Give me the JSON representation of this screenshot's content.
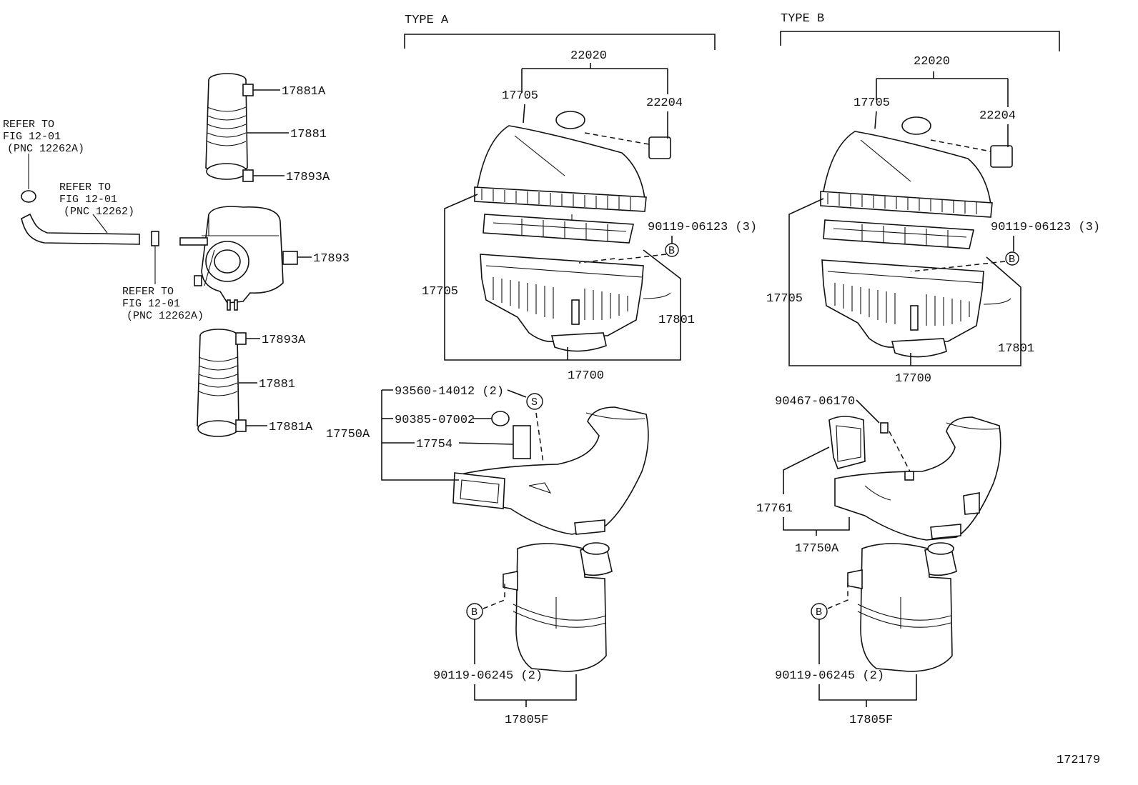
{
  "types": {
    "a": "TYPE A",
    "b": "TYPE B"
  },
  "refs": {
    "r1": [
      "REFER TO",
      "FIG 12-01",
      "(PNC 12262A)"
    ],
    "r2": [
      "REFER TO",
      "FIG 12-01",
      "(PNC 12262)"
    ],
    "r3": [
      "REFER TO",
      "FIG 12-01",
      "(PNC 12262A)"
    ]
  },
  "left_parts": {
    "p17881a_top": "17881A",
    "p17881_top": "17881",
    "p17893a_top": "17893A",
    "p17893": "17893",
    "p17893a_bot": "17893A",
    "p17881_bot": "17881",
    "p17881a_bot": "17881A"
  },
  "type_a": {
    "p22020": "22020",
    "p17705_top": "17705",
    "p22204": "22204",
    "p90119_06123": "90119-06123 (3)",
    "p17705_side": "17705",
    "p17801": "17801",
    "p17700": "17700",
    "p93560": "93560-14012 (2)",
    "p90385": "90385-07002",
    "p17750a": "17750A",
    "p17754": "17754",
    "p90119_06245": "90119-06245 (2)",
    "p17805f": "17805F"
  },
  "type_b": {
    "p22020": "22020",
    "p17705_top": "17705",
    "p22204": "22204",
    "p90119_06123": "90119-06123 (3)",
    "p17705_side": "17705",
    "p17801": "17801",
    "p17700": "17700",
    "p90467": "90467-06170",
    "p17761": "17761",
    "p17750a": "17750A",
    "p90119_06245": "90119-06245 (2)",
    "p17805f": "17805F"
  },
  "markers": {
    "b": "B",
    "s": "S"
  },
  "figure_number": "172179"
}
